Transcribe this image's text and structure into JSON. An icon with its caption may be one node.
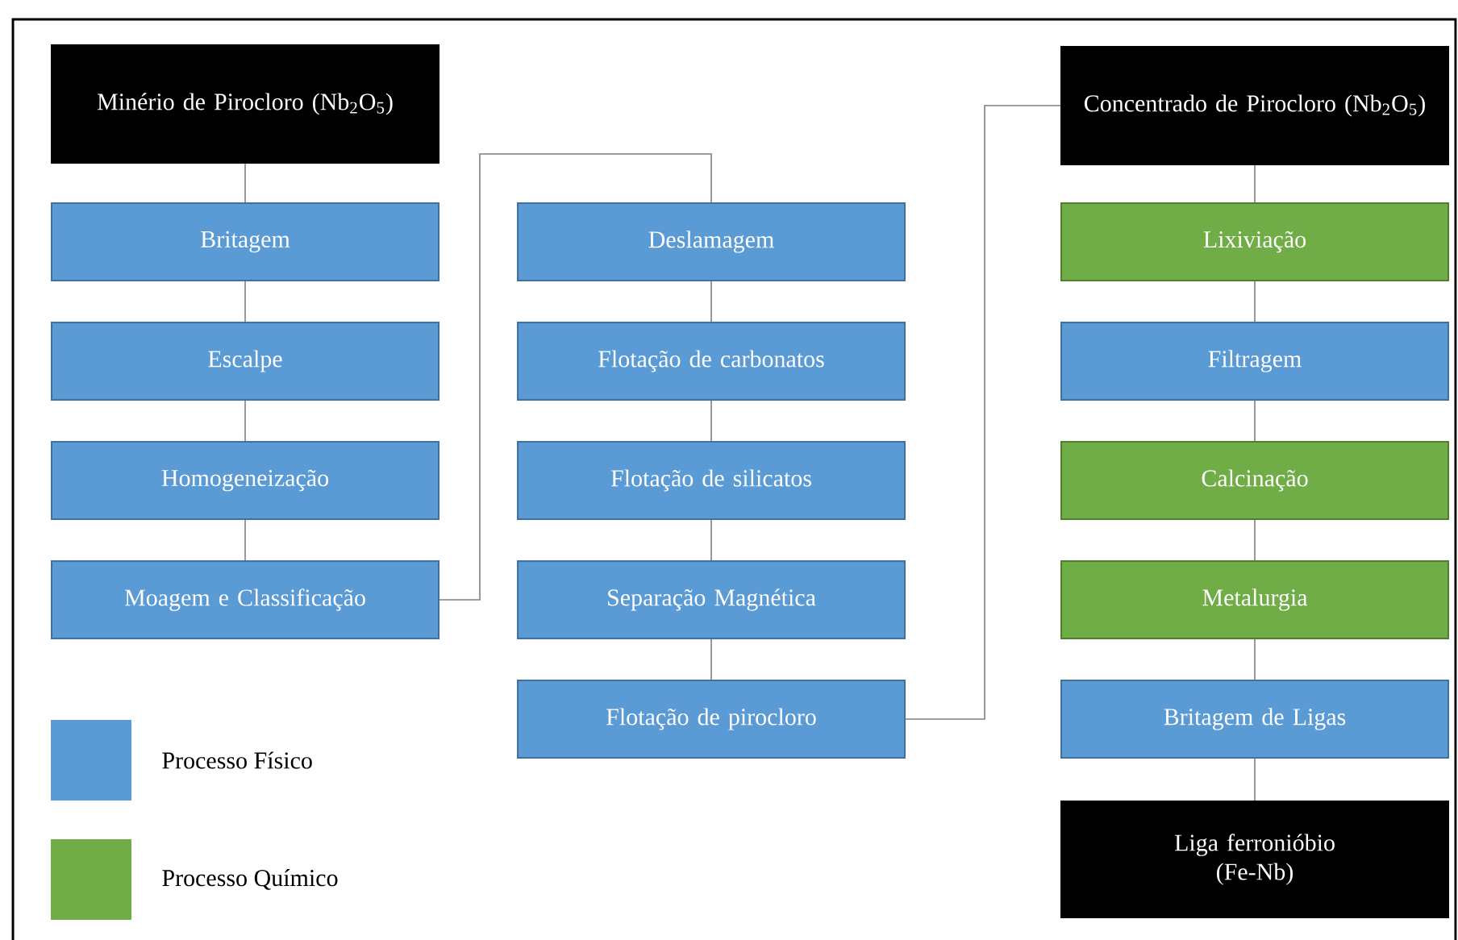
{
  "diagram": {
    "nodes": [
      {
        "text": [
          "Minério de Pirocloro (Nb$_{2}$O$_{5}$)"
        ]
      },
      {
        "text": [
          "Britagem"
        ]
      },
      {
        "text": [
          "Escalpe"
        ]
      },
      {
        "text": [
          "Homogeneização"
        ]
      },
      {
        "text": [
          "Moagem e Classificação"
        ]
      },
      {
        "text": [
          "Deslamagem"
        ]
      },
      {
        "text": [
          "Flotação de carbonatos"
        ]
      },
      {
        "text": [
          "Flotação de silicatos"
        ]
      },
      {
        "text": [
          "Separação Magnética"
        ]
      },
      {
        "text": [
          "Flotação de pirocloro"
        ]
      },
      {
        "text": [
          "Concentrado de Pirocloro (Nb$_{2}$O$_{5}$)"
        ]
      },
      {
        "text": [
          "Lixiviação"
        ]
      },
      {
        "text": [
          "Filtragem"
        ]
      },
      {
        "text": [
          "Calcinação"
        ]
      },
      {
        "text": [
          "Metalurgia"
        ]
      },
      {
        "text": [
          "Britagem de Ligas"
        ]
      },
      {
        "text": [
          "Liga ferronióbio (Fe-Nb)"
        ]
      }
    ],
    "edges": [
      {
        "from": 0,
        "to": 1,
        "arrow": "none"
      },
      {
        "from": 1,
        "to": 2,
        "arrow": "none"
      },
      {
        "from": 2,
        "to": 3,
        "arrow": "none"
      },
      {
        "from": 3,
        "to": 4,
        "arrow": "none"
      },
      {
        "from": 4,
        "to": 5,
        "arrow": "none"
      },
      {
        "from": 5,
        "to": 6,
        "arrow": "none"
      },
      {
        "from": 6,
        "to": 7,
        "arrow": "none"
      },
      {
        "from": 7,
        "to": 8,
        "arrow": "none"
      },
      {
        "from": 8,
        "to": 9,
        "arrow": "none"
      },
      {
        "from": 9,
        "to": 10,
        "arrow": "none"
      },
      {
        "from": 10,
        "to": 11,
        "arrow": "none"
      },
      {
        "from": 11,
        "to": 12,
        "arrow": "none"
      },
      {
        "from": 12,
        "to": 13,
        "arrow": "none"
      },
      {
        "from": 13,
        "to": 14,
        "arrow": "none"
      },
      {
        "from": 14,
        "to": 15,
        "arrow": "none"
      },
      {
        "from": 15,
        "to": 16,
        "arrow": "none"
      }
    ],
    "legend": [
      {
        "text": "Processo Físico",
        "color": "#5b9bd5"
      },
      {
        "text": "Processo Químico",
        "color": "#70ad47"
      }
    ]
  }
}
